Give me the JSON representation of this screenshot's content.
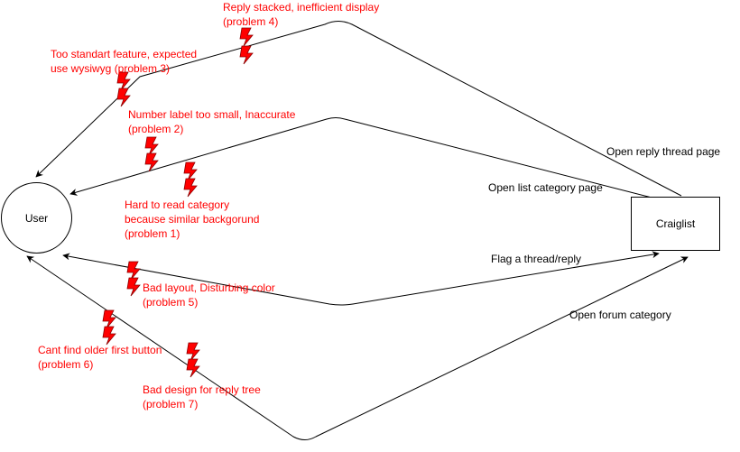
{
  "nodes": {
    "user": "User",
    "system": "Craiglist"
  },
  "flows": {
    "open_reply_thread": "Open reply thread page",
    "open_list_category": "Open list category page",
    "flag_thread": "Flag a thread/reply",
    "open_forum_category": "Open forum category"
  },
  "problems": {
    "p4": [
      "Reply stacked, inefficient display",
      "(problem 4)"
    ],
    "p3": [
      "Too standart feature, expected",
      "use wysiwyg (problem 3)"
    ],
    "p2": [
      "Number label too small, Inaccurate",
      "(problem 2)"
    ],
    "p1": [
      "Hard to read category",
      "because similar backgorund",
      "(problem 1)"
    ],
    "p5": [
      "Bad layout, Disturbing color",
      "(problem 5)"
    ],
    "p6": [
      "Cant find older first button",
      "(problem 6)"
    ],
    "p7": [
      "Bad design for reply tree",
      "(problem 7)"
    ]
  },
  "colors": {
    "problem_text": "#ff0000",
    "bolt_fill": "#ff0000",
    "line": "#000000"
  },
  "icons": [
    "lightning-bolt-icon"
  ]
}
